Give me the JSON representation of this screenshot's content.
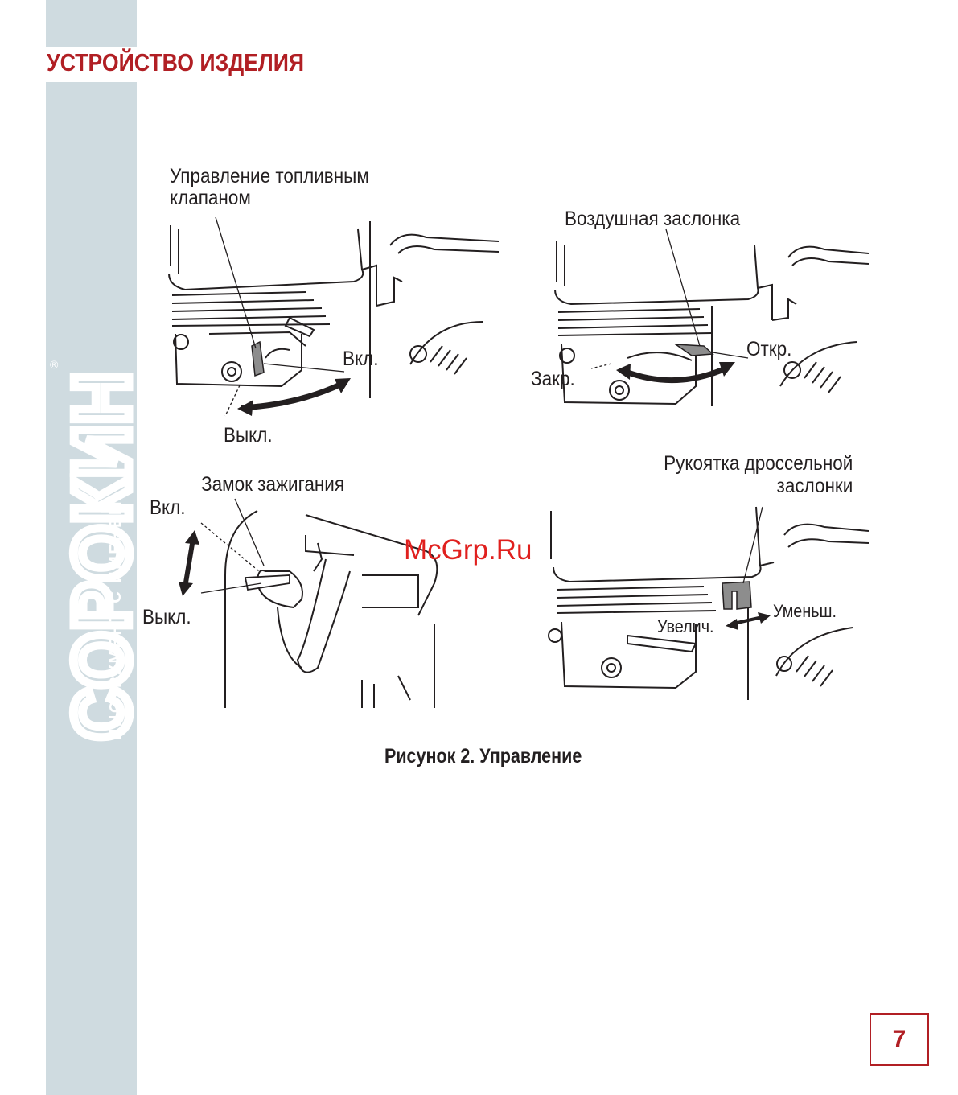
{
  "header": {
    "title": "УСТРОЙСТВО ИЗДЕЛИЯ"
  },
  "brand": {
    "logo": "СОРОКИН",
    "tagline": "ИНСТРУМЕНТ С ИМЕНЕМ",
    "registered": "®"
  },
  "figures": {
    "fuel_valve": {
      "title_line1": "Управление топливным",
      "title_line2": "клапаном",
      "on": "Вкл.",
      "off": "Выкл."
    },
    "choke": {
      "title": "Воздушная заслонка",
      "open": "Откр.",
      "closed": "Закр."
    },
    "ignition": {
      "title": "Замок зажигания",
      "on": "Вкл.",
      "off": "Выкл."
    },
    "throttle": {
      "title_line1": "Рукоятка дроссельной",
      "title_line2": "заслонки",
      "decrease": "Уменьш.",
      "increase": "Увелич."
    }
  },
  "caption": "Рисунок 2. Управление",
  "watermark": "McGrp.Ru",
  "page_number": "7",
  "colors": {
    "accent": "#b11f24",
    "side_band": "#cfdbe0",
    "line": "#231f20",
    "watermark": "#e0201e"
  }
}
